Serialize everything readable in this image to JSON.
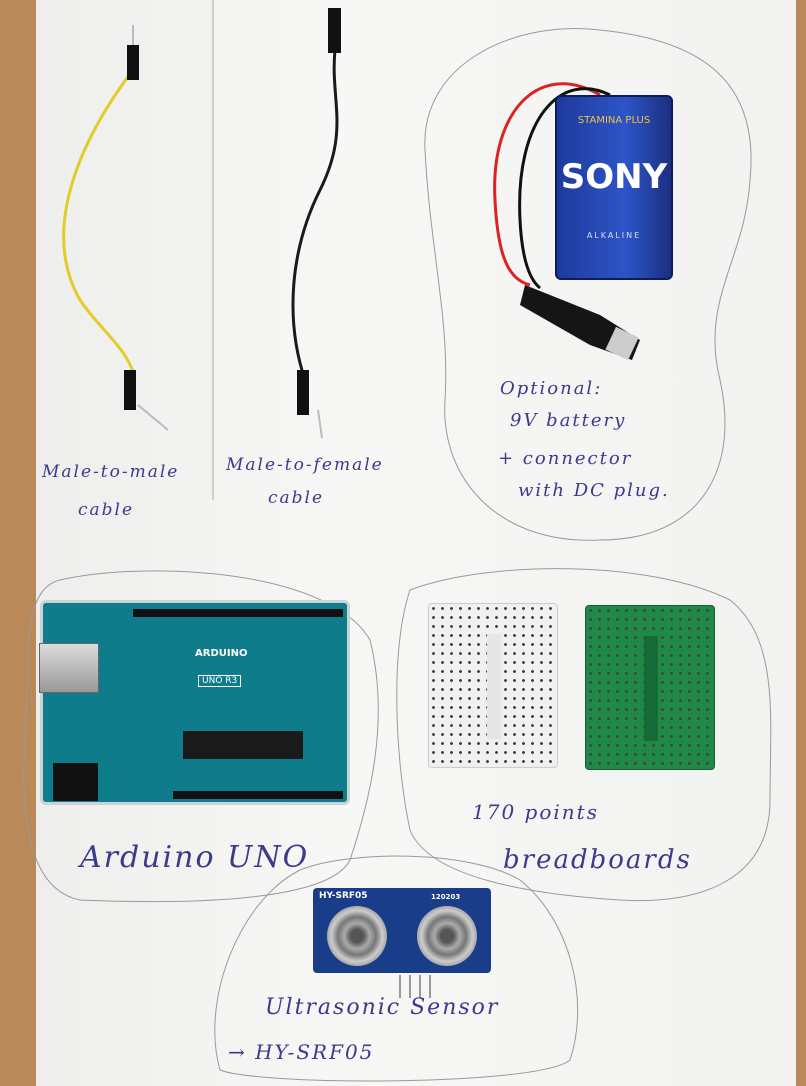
{
  "labels": {
    "male_to_male": [
      "Male-to-male",
      "cable"
    ],
    "male_to_female": [
      "Male-to-female",
      "cable"
    ],
    "optional": [
      "Optional:",
      "9V battery",
      "+ connector",
      "with DC plug."
    ],
    "arduino": "Arduino UNO",
    "breadboards": [
      "170 points",
      "breadboards"
    ],
    "sensor": [
      "Ultrasonic Sensor",
      "→ HY-SRF05"
    ]
  },
  "product_markings": {
    "battery_brand": "SONY",
    "battery_line": "STAMINA PLUS",
    "battery_type": "ALKALINE",
    "board_logo": "ARDUINO",
    "board_model": "UNO R3",
    "sensor_model": "HY-SRF05",
    "sensor_code": "120203"
  },
  "colors": {
    "ink": "#3b3a8c",
    "wood": "#b9895a",
    "board": "#0f7c8c",
    "battery": "#2d55c8",
    "breadboard_green": "#1f8a48"
  }
}
